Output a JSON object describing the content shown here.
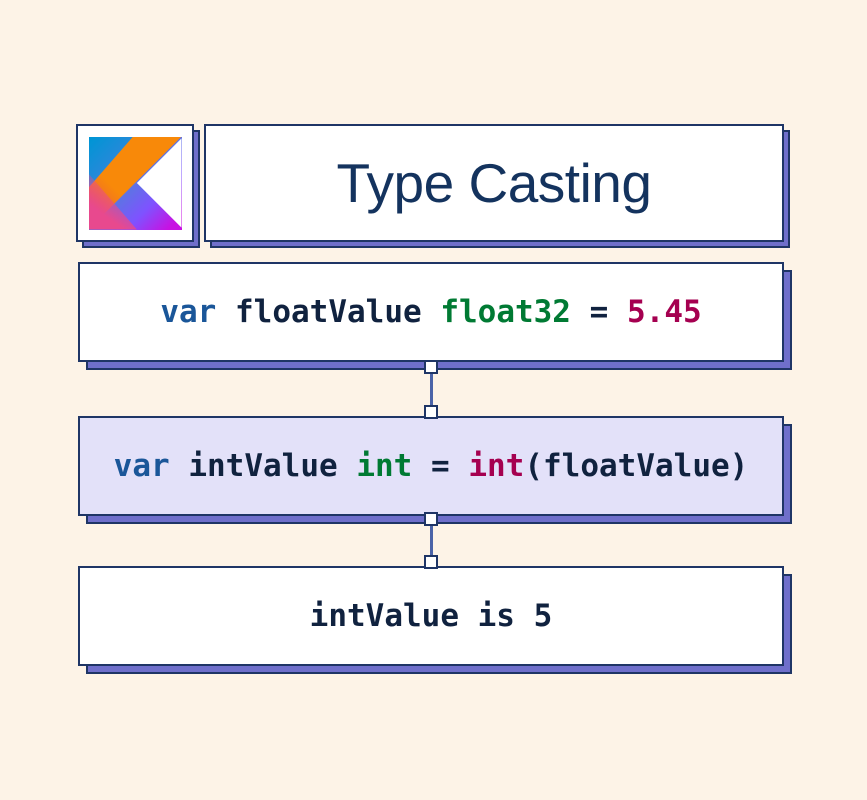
{
  "page": {
    "background_color": "#FDF3E7",
    "accent_navy": "#1F3566",
    "accent_shadow": "#6F6FCB",
    "title": "Type Casting"
  },
  "header": {
    "logo": {
      "icon_name": "kotlin-logo-icon",
      "alt": "Kotlin logo",
      "colors": {
        "blue": "#0095D5",
        "purple": "#7F52FF",
        "orange": "#F88909",
        "pink": "#E8498E",
        "red": "#E44857"
      }
    },
    "title": "Type Casting"
  },
  "flow": {
    "nodes": [
      {
        "id": "declaration",
        "name": "float-declaration-box",
        "background": "#FFFFFF",
        "plain_text": "var floatValue float32 = 5.45",
        "tokens": [
          {
            "text": "var",
            "kind": "keyword",
            "color": "#1A5699"
          },
          {
            "text": " ",
            "kind": "space",
            "color": "#10223F"
          },
          {
            "text": "floatValue",
            "kind": "ident",
            "color": "#10223F"
          },
          {
            "text": " ",
            "kind": "space",
            "color": "#10223F"
          },
          {
            "text": "float32",
            "kind": "type",
            "color": "#007A33"
          },
          {
            "text": " ",
            "kind": "space",
            "color": "#10223F"
          },
          {
            "text": "=",
            "kind": "operator",
            "color": "#10223F"
          },
          {
            "text": " ",
            "kind": "space",
            "color": "#10223F"
          },
          {
            "text": "5.45",
            "kind": "number",
            "color": "#A50050"
          }
        ]
      },
      {
        "id": "cast",
        "name": "int-cast-box",
        "background": "#E3E1F9",
        "plain_text": "var intValue int = int(floatValue)",
        "tokens": [
          {
            "text": "var",
            "kind": "keyword",
            "color": "#1A5699"
          },
          {
            "text": " ",
            "kind": "space",
            "color": "#10223F"
          },
          {
            "text": "intValue",
            "kind": "ident",
            "color": "#10223F"
          },
          {
            "text": " ",
            "kind": "space",
            "color": "#10223F"
          },
          {
            "text": "int",
            "kind": "type",
            "color": "#007A33"
          },
          {
            "text": " ",
            "kind": "space",
            "color": "#10223F"
          },
          {
            "text": "=",
            "kind": "operator",
            "color": "#10223F"
          },
          {
            "text": " ",
            "kind": "space",
            "color": "#10223F"
          },
          {
            "text": "int",
            "kind": "cast",
            "color": "#A50050"
          },
          {
            "text": "(floatValue)",
            "kind": "ident",
            "color": "#10223F"
          }
        ]
      },
      {
        "id": "result",
        "name": "result-box",
        "background": "#FFFFFF",
        "plain_text": "intValue is 5",
        "tokens": [
          {
            "text": "intValue is 5",
            "kind": "ident",
            "color": "#10223F"
          }
        ]
      }
    ],
    "connectors": [
      {
        "id": "connector-1",
        "from": "declaration",
        "to": "cast",
        "style": "line-with-square-nodes"
      },
      {
        "id": "connector-2",
        "from": "cast",
        "to": "result",
        "style": "line-with-square-nodes"
      }
    ]
  }
}
